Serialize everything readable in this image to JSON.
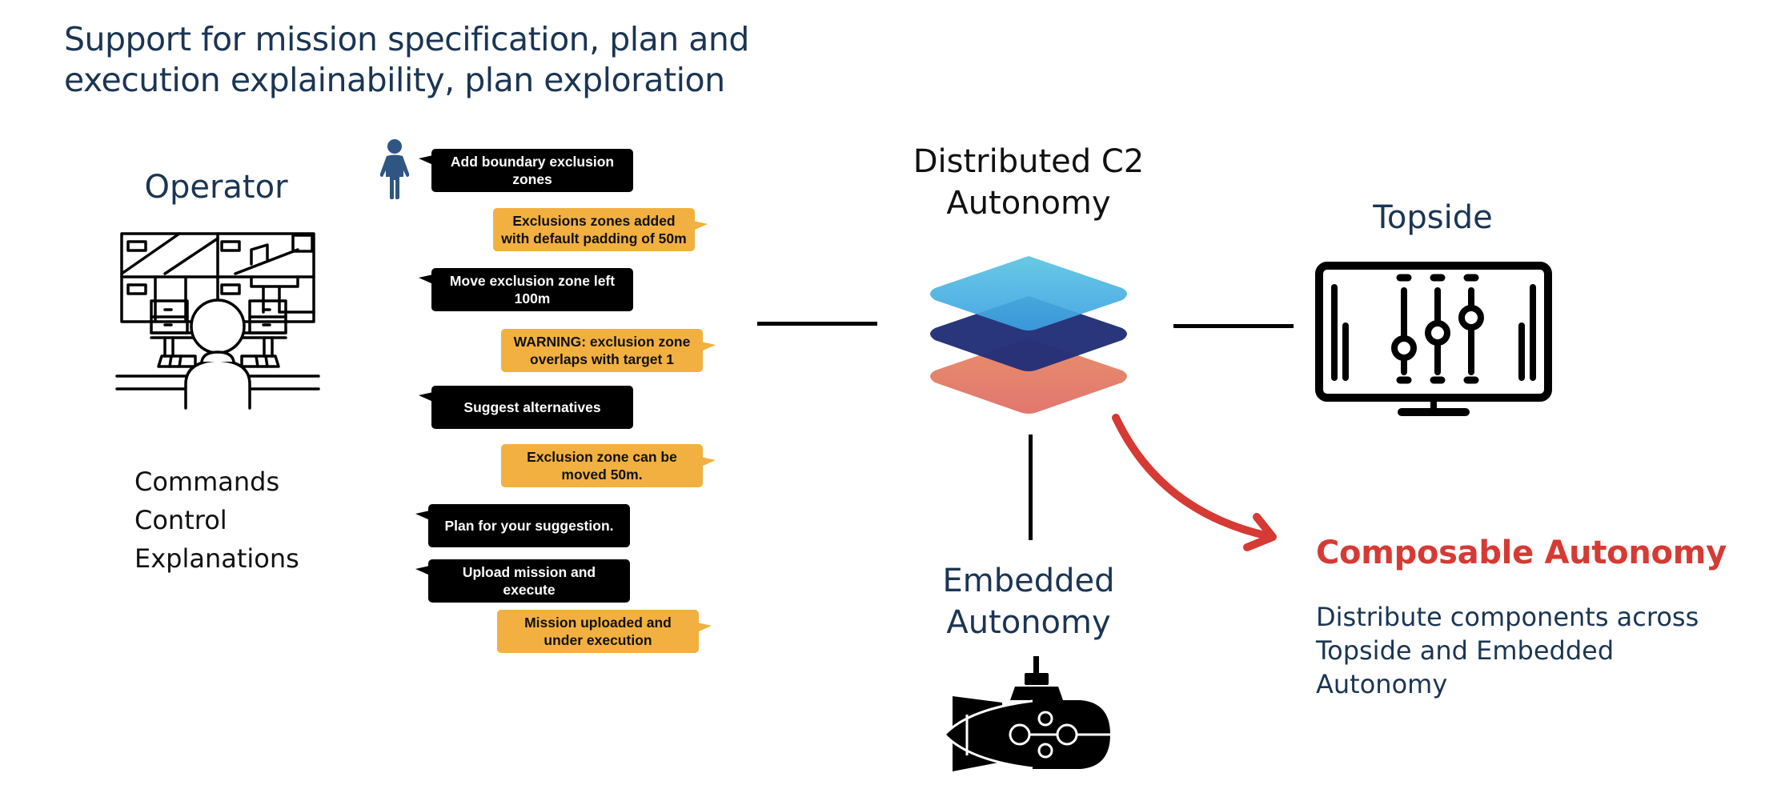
{
  "heading": {
    "line1": "Support for mission specification, plan and",
    "line2": "execution explainability, plan exploration"
  },
  "operator": {
    "title": "Operator",
    "icon": "operator-control-room-icon",
    "capabilities": [
      "Commands",
      "Control",
      "Explanations"
    ]
  },
  "conversation": {
    "user_icon": "person-icon",
    "messages": [
      {
        "role": "user",
        "text": "Add boundary exclusion zones"
      },
      {
        "role": "system",
        "text": "Exclusions zones added with default padding of 50m"
      },
      {
        "role": "user",
        "text": "Move exclusion zone left 100m"
      },
      {
        "role": "system",
        "text": "WARNING: exclusion zone overlaps with target 1"
      },
      {
        "role": "user",
        "text": "Suggest alternatives"
      },
      {
        "role": "system",
        "text": "Exclusion zone can be moved 50m."
      },
      {
        "role": "user",
        "text": "Plan for your suggestion."
      },
      {
        "role": "user",
        "text": "Upload mission and execute"
      },
      {
        "role": "system",
        "text": "Mission uploaded and under execution"
      }
    ]
  },
  "distributed": {
    "line1": "Distributed C2",
    "line2": "Autonomy",
    "icon": "layered-stack-icon"
  },
  "topside": {
    "title": "Topside",
    "icon": "monitor-sliders-icon"
  },
  "embedded": {
    "line1": "Embedded",
    "line2": "Autonomy",
    "icon": "submarine-icon"
  },
  "composable": {
    "title": "Composable Autonomy",
    "body": [
      "Distribute components across",
      "Topside and Embedded",
      "Autonomy"
    ]
  },
  "colors": {
    "navy_text": "#1b3553",
    "accent_red": "#d63a34",
    "user_bubble": "#000000",
    "system_bubble": "#f2b041",
    "person_icon": "#2f5583"
  }
}
